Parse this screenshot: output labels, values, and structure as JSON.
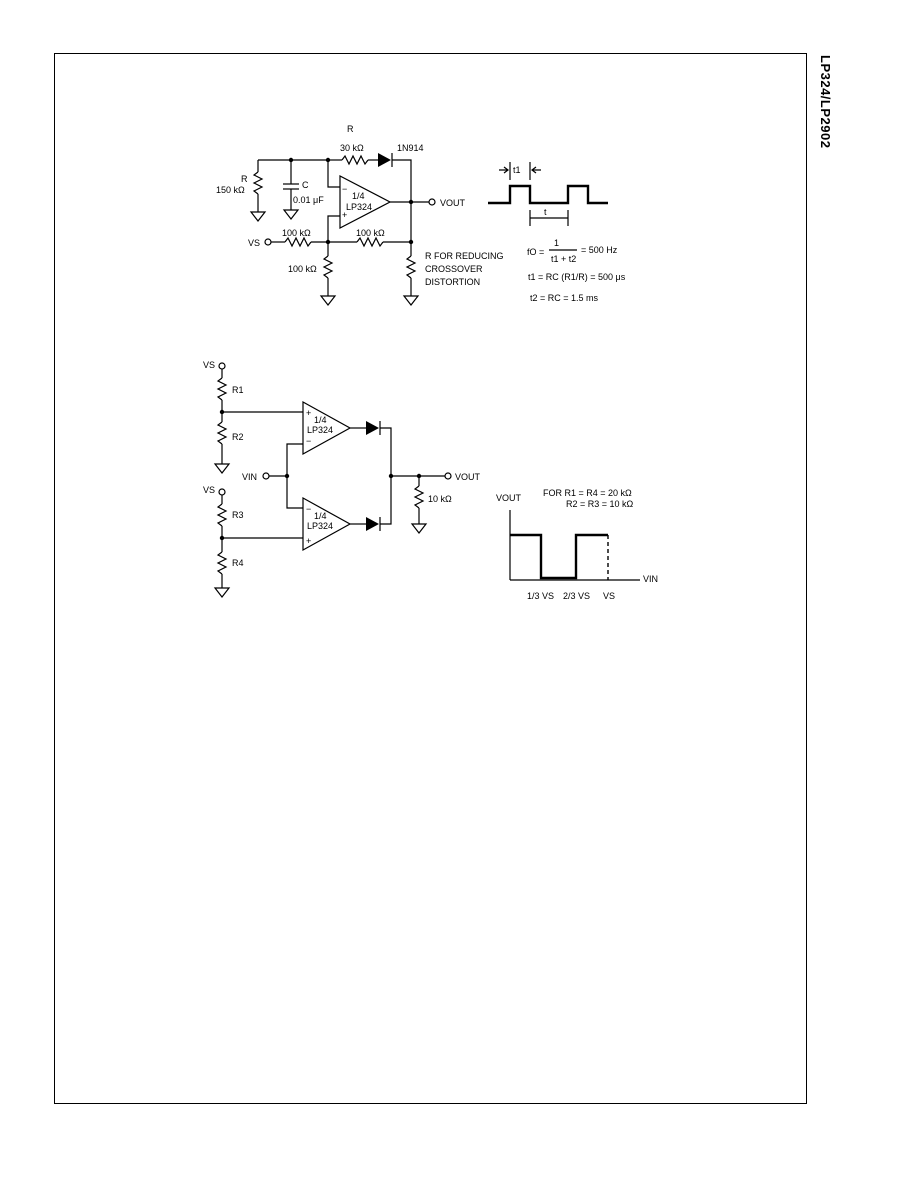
{
  "page": {
    "side_title": "LP324/LP2902"
  },
  "circuit1": {
    "r_top_label": "R",
    "r_top_value": "30 kΩ",
    "diode_label": "1N914",
    "r_left_label": "R",
    "r_left_value": "150 kΩ",
    "cap_label": "C",
    "cap_value": "0.01 μF",
    "opamp_fraction": "1/4",
    "opamp_part": "LP324",
    "vout": "VOUT",
    "vs": "VS",
    "r_in": "100 kΩ",
    "r_fb": "100 kΩ",
    "r_gnd": "100 kΩ",
    "r_note_1": "R FOR REDUCING",
    "r_note_2": "CROSSOVER",
    "r_note_3": "DISTORTION",
    "minus_sign": "−",
    "plus_sign": "+",
    "timing_t1": "t1",
    "timing_t": "t",
    "eq_fo_lhs": "fO =",
    "eq_fo_num": "1",
    "eq_fo_den": "t1 + t2",
    "eq_fo_rhs": "= 500 Hz",
    "eq_t1": "t1 = RC (R1/R) = 500 μs",
    "eq_t2": "t2 = RC = 1.5 ms"
  },
  "circuit2": {
    "vs_top": "VS",
    "r1": "R1",
    "r2": "R2",
    "vs_bottom": "VS",
    "r3": "R3",
    "r4": "R4",
    "vin": "VIN",
    "opamp_fraction": "1/4",
    "opamp_part": "LP324",
    "vout": "VOUT",
    "r_load": "10 kΩ",
    "minus_sign": "−",
    "plus_sign": "+",
    "graph_y_label": "VOUT",
    "graph_x_label": "VIN",
    "note_1": "FOR R1 = R4 = 20 kΩ",
    "note_2": "R2 = R3 = 10 kΩ",
    "tick_1": "1/3 VS",
    "tick_2": "2/3 VS",
    "tick_3": "VS"
  }
}
